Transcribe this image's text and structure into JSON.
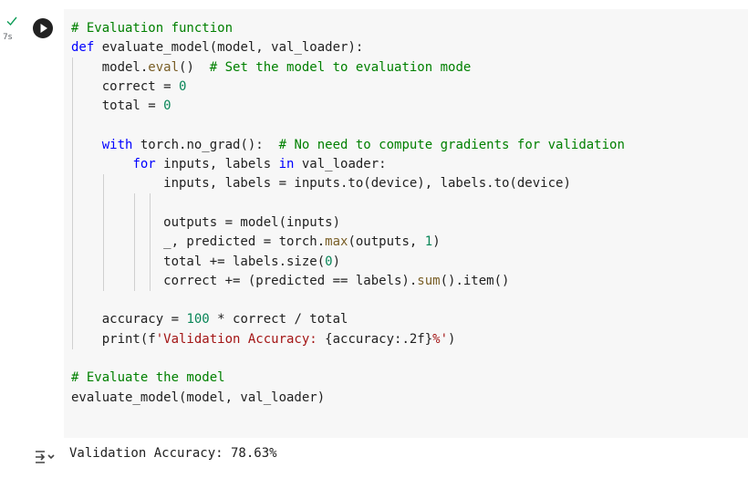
{
  "cell": {
    "execution_time": "7s",
    "run_button_label": "Run cell",
    "status_color": "#0f9d58",
    "code_lines": [
      "# Evaluation function",
      "def evaluate_model(model, val_loader):",
      "    model.eval()  # Set the model to evaluation mode",
      "    correct = 0",
      "    total = 0",
      "",
      "    with torch.no_grad():  # No need to compute gradients for validation",
      "        for inputs, labels in val_loader:",
      "            inputs, labels = inputs.to(device), labels.to(device)",
      "",
      "            outputs = model(inputs)",
      "            _, predicted = torch.max(outputs, 1)",
      "            total += labels.size(0)",
      "            correct += (predicted == labels).sum().item()",
      "",
      "    accuracy = 100 * correct / total",
      "    print(f'Validation Accuracy: {accuracy:.2f}%')",
      "",
      "# Evaluate the model",
      "evaluate_model(model, val_loader)"
    ]
  },
  "output": {
    "icon": "output-expand-icon",
    "text": "Validation Accuracy: 78.63%"
  }
}
